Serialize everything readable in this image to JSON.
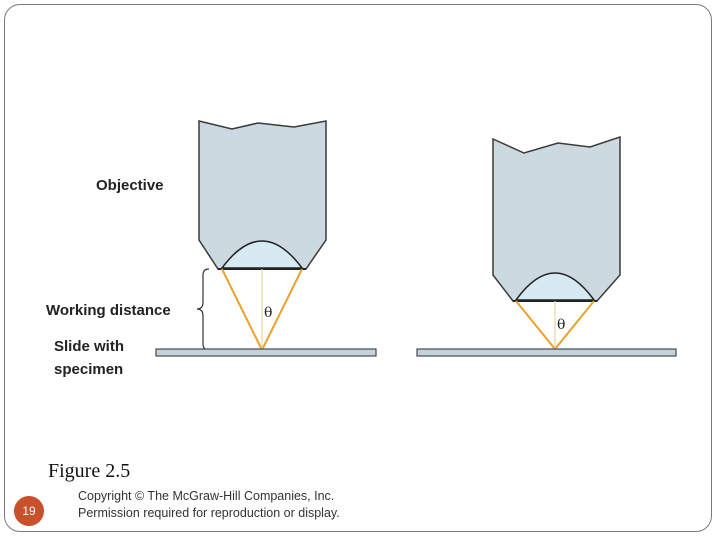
{
  "diagram": {
    "label_objective": "Objective",
    "label_working_distance": "Working distance",
    "label_slide_line1": "Slide with",
    "label_slide_line2": "specimen",
    "theta_left": "θ",
    "theta_right": "θ"
  },
  "caption": "Figure 2.5",
  "footer": {
    "page_number": "19",
    "copyright_line1": "Copyright © The McGraw-Hill Companies, Inc.",
    "copyright_line2": "Permission required for reproduction or display."
  },
  "colors": {
    "objective_fill": "#cdd9e1",
    "lens_fill": "#d6eaf3",
    "light_ray": "#e8a22d",
    "slide_fill": "#c2d3de",
    "page_badge": "#c8502a"
  }
}
